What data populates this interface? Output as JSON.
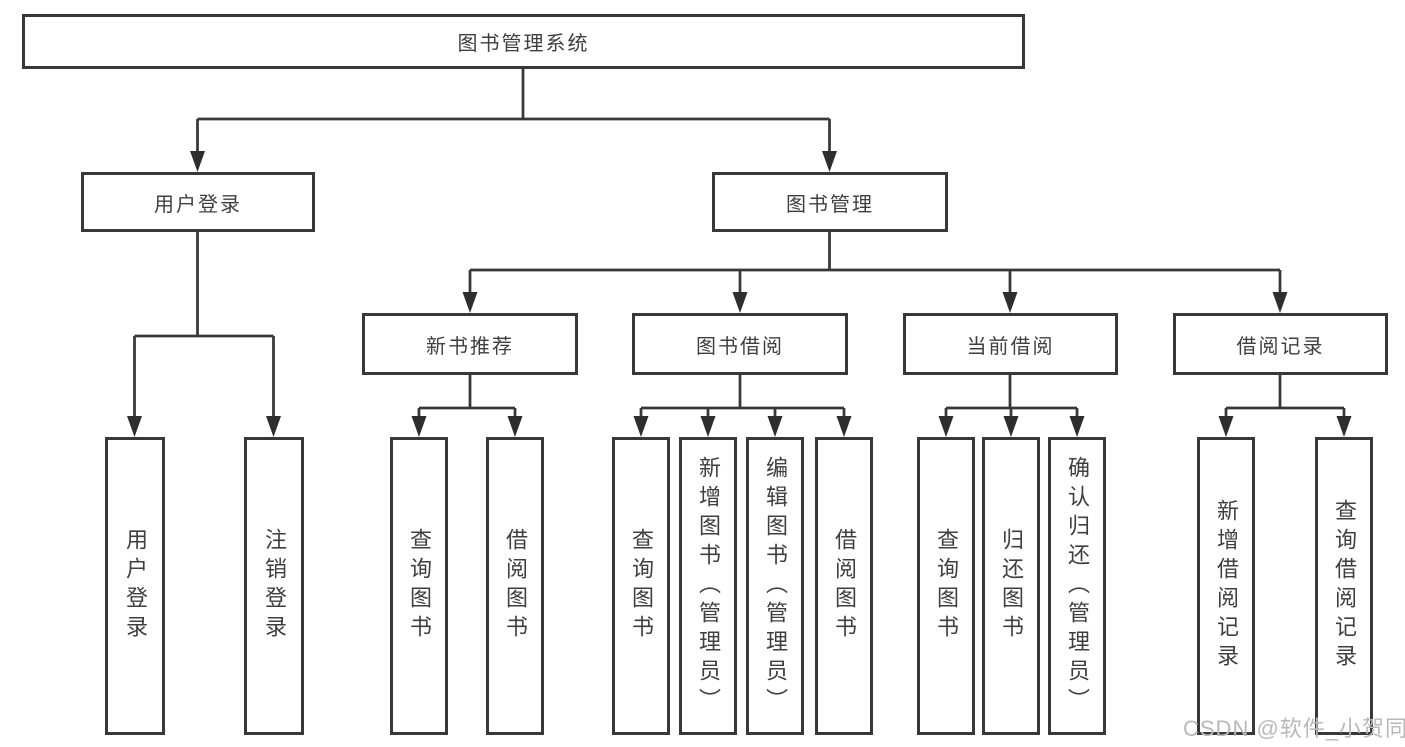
{
  "colors": {
    "line": "#383838",
    "box_border": "#383838",
    "text": "#3f3f3f",
    "watermark_text": "#b9b9b9",
    "background": "#ffffff"
  },
  "tree": {
    "label": "图书管理系统",
    "children": [
      {
        "label": "用户登录",
        "children": [
          {
            "label": "用户登录"
          },
          {
            "label": "注销登录"
          }
        ]
      },
      {
        "label": "图书管理",
        "children": [
          {
            "label": "新书推荐",
            "children": [
              {
                "label": "查询图书"
              },
              {
                "label": "借阅图书"
              }
            ]
          },
          {
            "label": "图书借阅",
            "children": [
              {
                "label": "查询图书"
              },
              {
                "label": "新增图书（管理员）"
              },
              {
                "label": "编辑图书（管理员）"
              },
              {
                "label": "借阅图书"
              }
            ]
          },
          {
            "label": "当前借阅",
            "children": [
              {
                "label": "查询图书"
              },
              {
                "label": "归还图书"
              },
              {
                "label": "确认归还（管理员）"
              }
            ]
          },
          {
            "label": "借阅记录",
            "children": [
              {
                "label": "新增借阅记录"
              },
              {
                "label": "查询借阅记录"
              }
            ]
          }
        ]
      }
    ]
  },
  "watermark": {
    "text": "CSDN @软件_小贺同学"
  }
}
